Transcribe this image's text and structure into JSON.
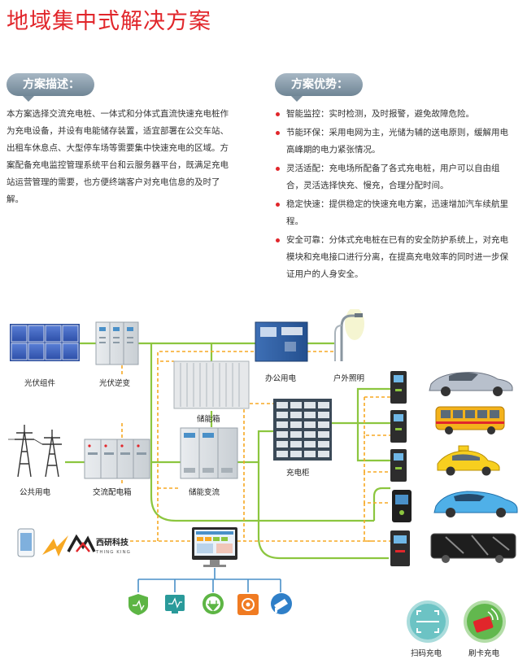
{
  "page": {
    "title": "地域集中式解决方案"
  },
  "description": {
    "heading": "方案描述：",
    "text": "本方案选择交流充电桩、一体式和分体式直流快速充电桩作为充电设备，并设有电能储存装置，适宜部署在公交车站、出租车休息点、大型停车场等需要集中快速充电的区域。方案配备充电监控管理系统平台和云服务器平台，既满足充电站运营管理的需要，也方便终端客户对充电信息的及时了解。"
  },
  "advantages": {
    "heading": "方案优势：",
    "items": [
      "智能监控：实时检测，及时报警，避免故障危险。",
      "节能环保：采用电网为主，光储为辅的送电原则，缓解用电高峰期的电力紧张情况。",
      "灵活适配：充电场所配备了各式充电桩，用户可以自由组合，灵活选择快充、慢充，合理分配时间。",
      "稳定快速：提供稳定的快速充电方案，迅速增加汽车续航里程。",
      "安全可靠：分体式充电桩在已有的安全防护系统上，对充电模块和充电接口进行分离，在提高充电效率的同时进一步保证用户的人身安全。"
    ]
  },
  "diagram": {
    "labels": {
      "pv_module": "光伏组件",
      "pv_inverter": "光伏逆变",
      "storage_box": "储能箱",
      "office_power": "办公用电",
      "outdoor_light": "户外照明",
      "public_grid": "公共用电",
      "ac_cabinet": "交流配电箱",
      "storage_converter": "储能变流",
      "charging_cabinet": "充电柜",
      "scan_charge": "扫码充电",
      "card_charge": "刷卡充电"
    },
    "logo": {
      "name": "西研科技",
      "sub": "THING KING"
    },
    "colors": {
      "power_line": "#8cc63f",
      "data_line": "#f7a823",
      "network_line": "#4a90c8",
      "title_red": "#e1262b"
    },
    "icons": [
      "shield-icon",
      "monitor-wave-icon",
      "ev-plug-icon",
      "gear-tools-icon",
      "camera-icon"
    ]
  }
}
